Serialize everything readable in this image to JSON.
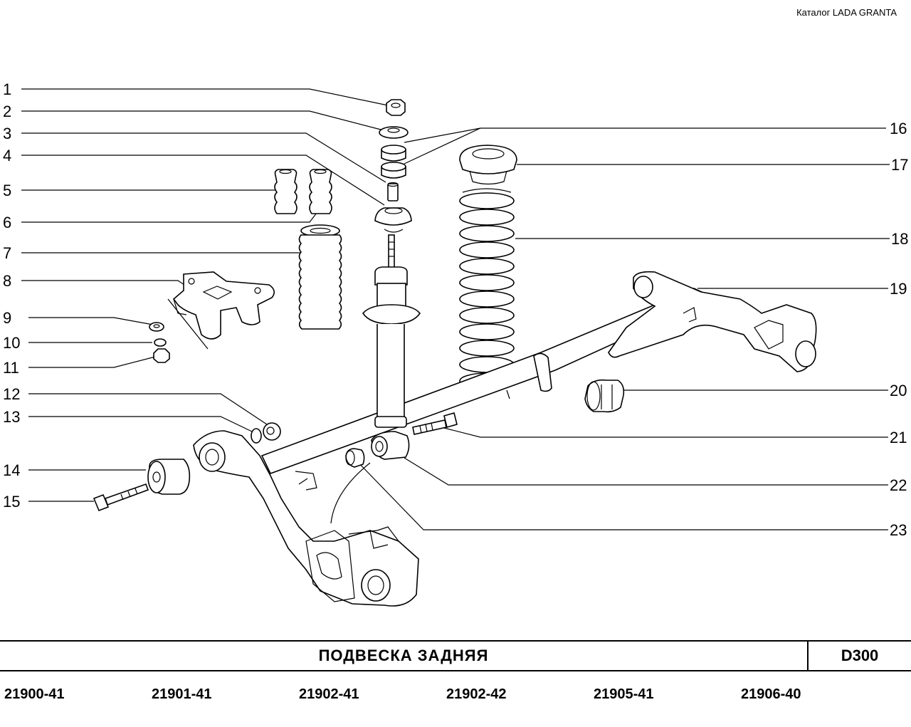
{
  "header": {
    "catalog": "Каталог  LADA  GRANTA"
  },
  "callouts": {
    "n1": "1",
    "n2": "2",
    "n3": "3",
    "n4": "4",
    "n5": "5",
    "n6": "6",
    "n7": "7",
    "n8": "8",
    "n9": "9",
    "n10": "10",
    "n11": "11",
    "n12": "12",
    "n13": "13",
    "n14": "14",
    "n15": "15",
    "n16": "16",
    "n17": "17",
    "n18": "18",
    "n19": "19",
    "n20": "20",
    "n21": "21",
    "n22": "22",
    "n23": "23"
  },
  "footer": {
    "title": "ПОДВЕСКА   ЗАДНЯЯ",
    "code": "D300",
    "models": [
      "21900-41",
      "21901-41",
      "21902-41",
      "21902-42",
      "21905-41",
      "21906-40"
    ]
  }
}
